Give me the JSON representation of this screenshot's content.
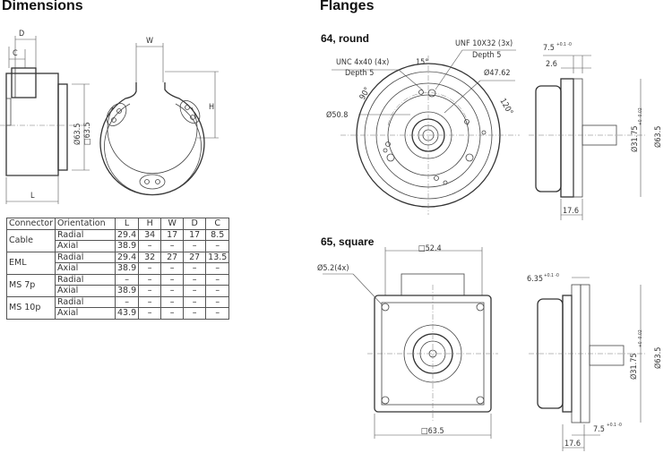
{
  "headings": {
    "dimensions": "Dimensions",
    "flanges": "Flanges"
  },
  "round_flange": {
    "title": "64, round",
    "unf": "UNF 10X32 (3x)",
    "unf_depth": "Depth 5",
    "unc": "UNC 4x40 (4x)",
    "unc_depth": "Depth 5",
    "angle_15": "15°",
    "angle_90": "90°",
    "angle_120": "120°",
    "dia_4762": "Ø47.62",
    "dia_508": "Ø50.8",
    "dim_75": "7.5",
    "tol_75": "+0.1 -0",
    "dim_26": "2.6",
    "dim_3175": "Ø31.75",
    "tol_3175": "+0 -0.02",
    "dim_635": "Ø63.5",
    "dim_176": "17.6"
  },
  "square_flange": {
    "title": "65, square",
    "hole": "Ø5.2(4x)",
    "sq_524": "□52.4",
    "sq_635": "□63.5",
    "dim_635_t": "6.35",
    "tol_635_t": "+0.1 -0",
    "dim_3175": "Ø31.75",
    "tol_3175": "+0 -0.02",
    "dim_635": "Ø63.5",
    "dim_75": "7.5",
    "tol_75": "+0.1 -0",
    "dim_176": "17.6"
  },
  "dim_drawing": {
    "d": "D",
    "c": "C",
    "l": "L",
    "w": "W",
    "h": "H",
    "dia": "Ø63.5",
    "sq": "□63.5"
  },
  "table": {
    "headers": [
      "Connector",
      "Orientation",
      "L",
      "H",
      "W",
      "D",
      "C"
    ],
    "groups": [
      {
        "name": "Cable",
        "rows": [
          {
            "orientation": "Radial",
            "values": [
              "29.4",
              "34",
              "17",
              "17",
              "8.5"
            ]
          },
          {
            "orientation": "Axial",
            "values": [
              "38.9",
              "–",
              "–",
              "–",
              "–"
            ]
          }
        ]
      },
      {
        "name": "EML",
        "rows": [
          {
            "orientation": "Radial",
            "values": [
              "29.4",
              "32",
              "27",
              "27",
              "13.5"
            ]
          },
          {
            "orientation": "Axial",
            "values": [
              "38.9",
              "–",
              "–",
              "–",
              "–"
            ]
          }
        ]
      },
      {
        "name": "MS 7p",
        "rows": [
          {
            "orientation": "Radial",
            "values": [
              "–",
              "–",
              "–",
              "–",
              "–"
            ]
          },
          {
            "orientation": "Axial",
            "values": [
              "38.9",
              "–",
              "–",
              "–",
              "–"
            ]
          }
        ]
      },
      {
        "name": "MS 10p",
        "rows": [
          {
            "orientation": "Radial",
            "values": [
              "–",
              "–",
              "–",
              "–",
              "–"
            ]
          },
          {
            "orientation": "Axial",
            "values": [
              "43.9",
              "–",
              "–",
              "–",
              "–"
            ]
          }
        ]
      }
    ]
  }
}
